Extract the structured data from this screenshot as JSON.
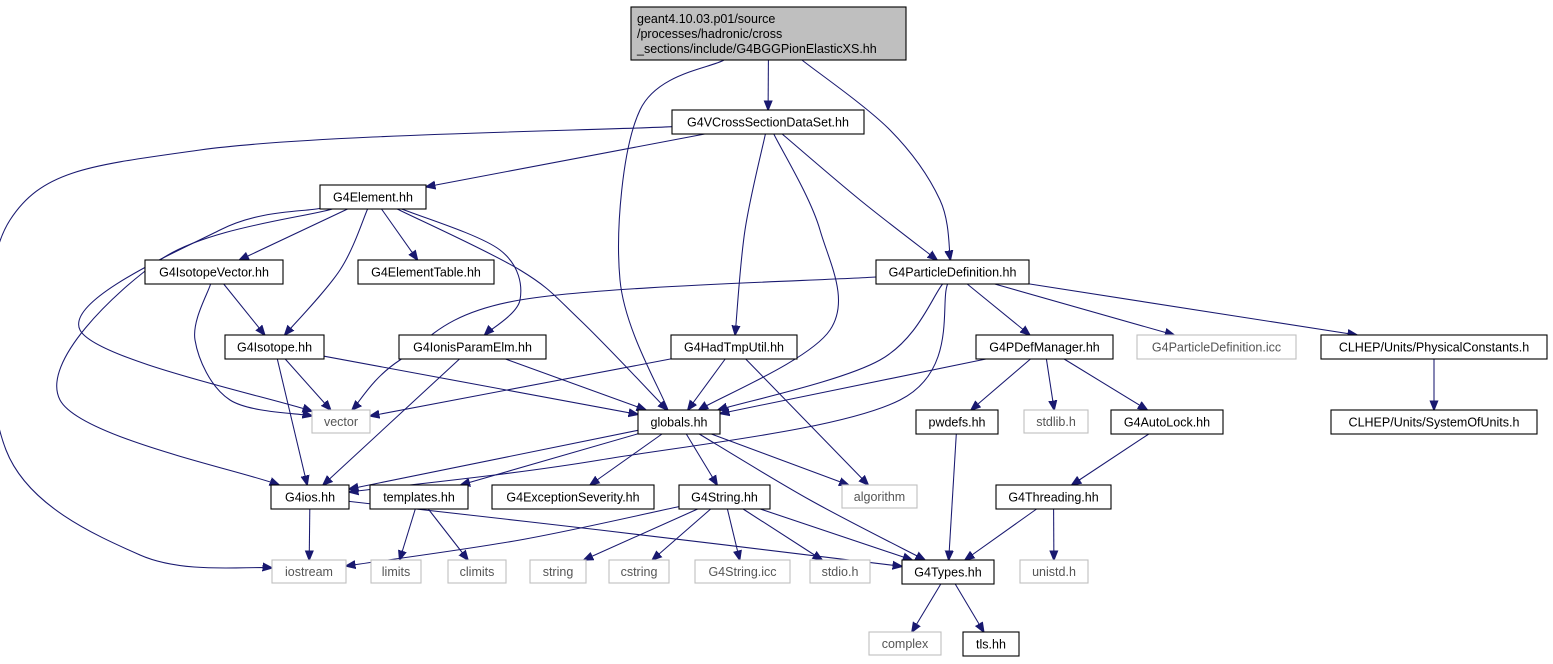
{
  "graph": {
    "colors": {
      "edge": "#191970",
      "root_fill": "#bfbfbf",
      "external_border": "#bfbfbf",
      "node_border": "#000000"
    },
    "nodes": [
      {
        "id": "root",
        "lines": [
          "geant4.10.03.p01/source",
          "/processes/hadronic/cross",
          "_sections/include/G4BGGPionElasticXS.hh"
        ],
        "kind": "root"
      },
      {
        "id": "vcross",
        "lines": [
          "G4VCrossSectionDataSet.hh"
        ],
        "kind": "internal"
      },
      {
        "id": "element",
        "lines": [
          "G4Element.hh"
        ],
        "kind": "internal"
      },
      {
        "id": "isovec",
        "lines": [
          "G4IsotopeVector.hh"
        ],
        "kind": "internal"
      },
      {
        "id": "eltable",
        "lines": [
          "G4ElementTable.hh"
        ],
        "kind": "internal"
      },
      {
        "id": "partdef",
        "lines": [
          "G4ParticleDefinition.hh"
        ],
        "kind": "internal"
      },
      {
        "id": "isotope",
        "lines": [
          "G4Isotope.hh"
        ],
        "kind": "internal"
      },
      {
        "id": "ionis",
        "lines": [
          "G4IonisParamElm.hh"
        ],
        "kind": "internal"
      },
      {
        "id": "hadtmp",
        "lines": [
          "G4HadTmpUtil.hh"
        ],
        "kind": "internal"
      },
      {
        "id": "pdefmgr",
        "lines": [
          "G4PDefManager.hh"
        ],
        "kind": "internal"
      },
      {
        "id": "partdeficc",
        "lines": [
          "G4ParticleDefinition.icc"
        ],
        "kind": "external"
      },
      {
        "id": "physconst",
        "lines": [
          "CLHEP/Units/PhysicalConstants.h"
        ],
        "kind": "internal"
      },
      {
        "id": "vector",
        "lines": [
          "vector"
        ],
        "kind": "external"
      },
      {
        "id": "globals",
        "lines": [
          "globals.hh"
        ],
        "kind": "internal"
      },
      {
        "id": "pwdefs",
        "lines": [
          "pwdefs.hh"
        ],
        "kind": "internal"
      },
      {
        "id": "stdlib",
        "lines": [
          "stdlib.h"
        ],
        "kind": "external"
      },
      {
        "id": "autolock",
        "lines": [
          "G4AutoLock.hh"
        ],
        "kind": "internal"
      },
      {
        "id": "sysunits",
        "lines": [
          "CLHEP/Units/SystemOfUnits.h"
        ],
        "kind": "internal"
      },
      {
        "id": "ios",
        "lines": [
          "G4ios.hh"
        ],
        "kind": "internal"
      },
      {
        "id": "templates",
        "lines": [
          "templates.hh"
        ],
        "kind": "internal"
      },
      {
        "id": "excsev",
        "lines": [
          "G4ExceptionSeverity.hh"
        ],
        "kind": "internal"
      },
      {
        "id": "g4string",
        "lines": [
          "G4String.hh"
        ],
        "kind": "internal"
      },
      {
        "id": "algorithm",
        "lines": [
          "algorithm"
        ],
        "kind": "external"
      },
      {
        "id": "threading",
        "lines": [
          "G4Threading.hh"
        ],
        "kind": "internal"
      },
      {
        "id": "iostream",
        "lines": [
          "iostream"
        ],
        "kind": "external"
      },
      {
        "id": "limits",
        "lines": [
          "limits"
        ],
        "kind": "external"
      },
      {
        "id": "climits",
        "lines": [
          "climits"
        ],
        "kind": "external"
      },
      {
        "id": "string",
        "lines": [
          "string"
        ],
        "kind": "external"
      },
      {
        "id": "cstring",
        "lines": [
          "cstring"
        ],
        "kind": "external"
      },
      {
        "id": "g4stringicc",
        "lines": [
          "G4String.icc"
        ],
        "kind": "external"
      },
      {
        "id": "stdio",
        "lines": [
          "stdio.h"
        ],
        "kind": "external"
      },
      {
        "id": "types",
        "lines": [
          "G4Types.hh"
        ],
        "kind": "internal"
      },
      {
        "id": "unistd",
        "lines": [
          "unistd.h"
        ],
        "kind": "external"
      },
      {
        "id": "complex",
        "lines": [
          "complex"
        ],
        "kind": "external"
      },
      {
        "id": "tls",
        "lines": [
          "tls.hh"
        ],
        "kind": "internal"
      }
    ],
    "edges": [
      [
        "root",
        "vcross"
      ],
      [
        "root",
        "globals"
      ],
      [
        "root",
        "partdef"
      ],
      [
        "vcross",
        "element"
      ],
      [
        "vcross",
        "iostream"
      ],
      [
        "vcross",
        "globals"
      ],
      [
        "vcross",
        "partdef"
      ],
      [
        "vcross",
        "hadtmp"
      ],
      [
        "element",
        "isovec"
      ],
      [
        "element",
        "eltable"
      ],
      [
        "element",
        "isotope"
      ],
      [
        "element",
        "ionis"
      ],
      [
        "element",
        "vector"
      ],
      [
        "element",
        "globals"
      ],
      [
        "element",
        "ios"
      ],
      [
        "isovec",
        "isotope"
      ],
      [
        "isovec",
        "vector"
      ],
      [
        "isotope",
        "vector"
      ],
      [
        "isotope",
        "globals"
      ],
      [
        "isotope",
        "ios"
      ],
      [
        "ionis",
        "globals"
      ],
      [
        "ionis",
        "ios"
      ],
      [
        "hadtmp",
        "vector"
      ],
      [
        "hadtmp",
        "globals"
      ],
      [
        "hadtmp",
        "algorithm"
      ],
      [
        "partdef",
        "vector"
      ],
      [
        "partdef",
        "globals"
      ],
      [
        "partdef",
        "ios"
      ],
      [
        "partdef",
        "pdefmgr"
      ],
      [
        "partdef",
        "partdeficc"
      ],
      [
        "partdef",
        "physconst"
      ],
      [
        "pdefmgr",
        "globals"
      ],
      [
        "pdefmgr",
        "pwdefs"
      ],
      [
        "pdefmgr",
        "stdlib"
      ],
      [
        "pdefmgr",
        "autolock"
      ],
      [
        "physconst",
        "sysunits"
      ],
      [
        "globals",
        "ios"
      ],
      [
        "globals",
        "templates"
      ],
      [
        "globals",
        "excsev"
      ],
      [
        "globals",
        "g4string"
      ],
      [
        "globals",
        "algorithm"
      ],
      [
        "globals",
        "types"
      ],
      [
        "ios",
        "iostream"
      ],
      [
        "ios",
        "types"
      ],
      [
        "templates",
        "limits"
      ],
      [
        "templates",
        "climits"
      ],
      [
        "g4string",
        "iostream"
      ],
      [
        "g4string",
        "string"
      ],
      [
        "g4string",
        "cstring"
      ],
      [
        "g4string",
        "g4stringicc"
      ],
      [
        "g4string",
        "stdio"
      ],
      [
        "g4string",
        "types"
      ],
      [
        "autolock",
        "threading"
      ],
      [
        "threading",
        "types"
      ],
      [
        "threading",
        "unistd"
      ],
      [
        "pwdefs",
        "types"
      ],
      [
        "types",
        "complex"
      ],
      [
        "types",
        "tls"
      ]
    ]
  }
}
